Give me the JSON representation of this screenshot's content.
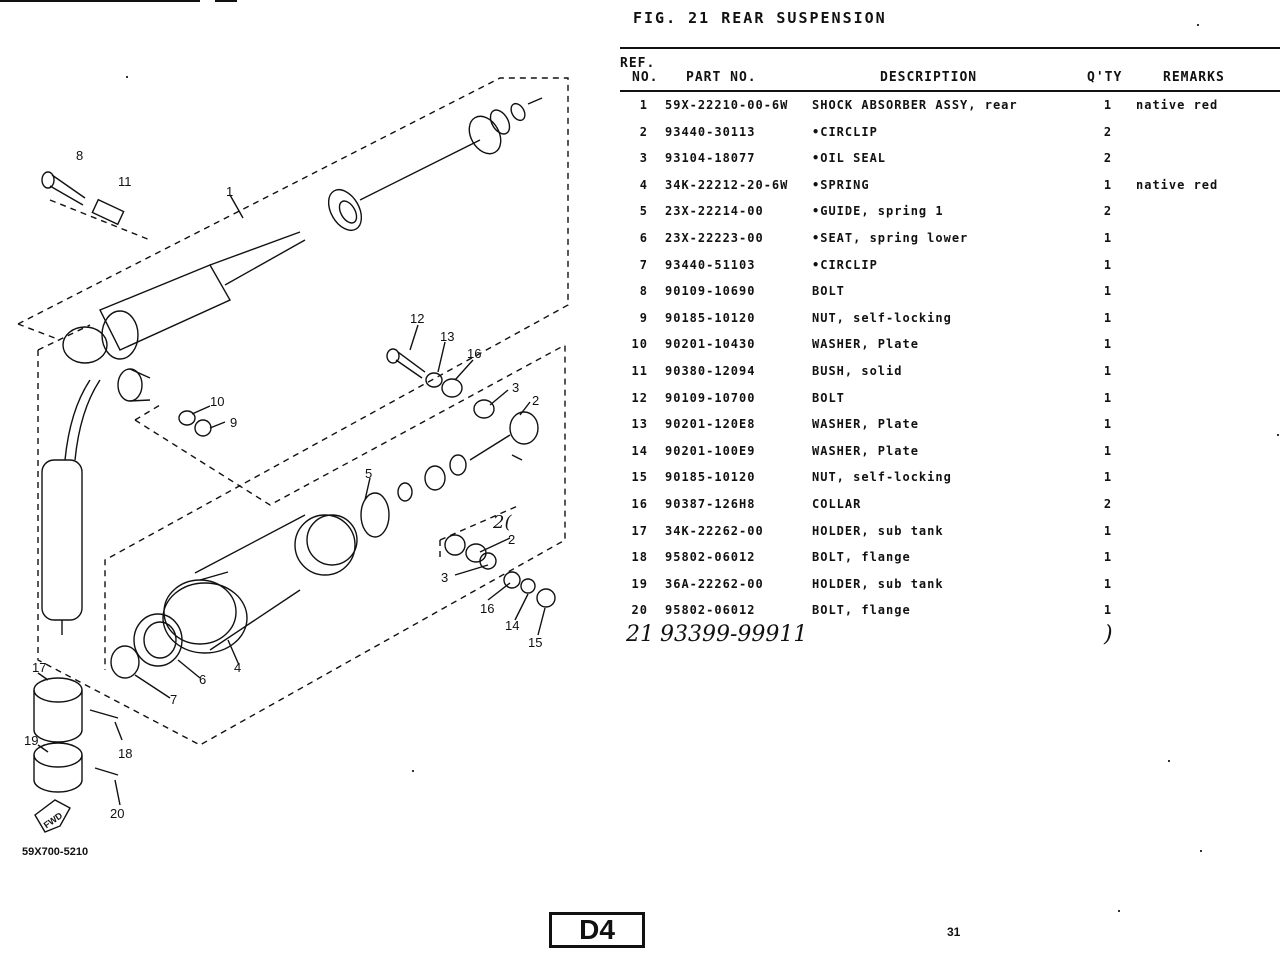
{
  "figure": {
    "title": "FIG. 21  REAR SUSPENSION"
  },
  "table": {
    "headers": {
      "ref": "REF.",
      "no": "NO.",
      "part_no": "PART NO.",
      "description": "DESCRIPTION",
      "qty": "Q'TY",
      "remarks": "REMARKS"
    },
    "rows": [
      {
        "ref": "1",
        "part_no": "59X-22210-00-6W",
        "description": "SHOCK ABSORBER ASSY, rear",
        "qty": "1",
        "remarks": "native red"
      },
      {
        "ref": "2",
        "part_no": "93440-30113",
        "description": "•CIRCLIP",
        "qty": "2",
        "remarks": ""
      },
      {
        "ref": "3",
        "part_no": "93104-18077",
        "description": "•OIL SEAL",
        "qty": "2",
        "remarks": ""
      },
      {
        "ref": "4",
        "part_no": "34K-22212-20-6W",
        "description": "•SPRING",
        "qty": "1",
        "remarks": "native red"
      },
      {
        "ref": "5",
        "part_no": "23X-22214-00",
        "description": "•GUIDE, spring 1",
        "qty": "2",
        "remarks": ""
      },
      {
        "ref": "6",
        "part_no": "23X-22223-00",
        "description": "•SEAT, spring lower",
        "qty": "1",
        "remarks": ""
      },
      {
        "ref": "7",
        "part_no": "93440-51103",
        "description": "•CIRCLIP",
        "qty": "1",
        "remarks": ""
      },
      {
        "ref": "8",
        "part_no": "90109-10690",
        "description": "BOLT",
        "qty": "1",
        "remarks": ""
      },
      {
        "ref": "9",
        "part_no": "90185-10120",
        "description": "NUT, self-locking",
        "qty": "1",
        "remarks": ""
      },
      {
        "ref": "10",
        "part_no": "90201-10430",
        "description": "WASHER, Plate",
        "qty": "1",
        "remarks": ""
      },
      {
        "ref": "11",
        "part_no": "90380-12094",
        "description": "BUSH, solid",
        "qty": "1",
        "remarks": ""
      },
      {
        "ref": "12",
        "part_no": "90109-10700",
        "description": "BOLT",
        "qty": "1",
        "remarks": ""
      },
      {
        "ref": "13",
        "part_no": "90201-120E8",
        "description": "WASHER, Plate",
        "qty": "1",
        "remarks": ""
      },
      {
        "ref": "14",
        "part_no": "90201-100E9",
        "description": "WASHER, Plate",
        "qty": "1",
        "remarks": ""
      },
      {
        "ref": "15",
        "part_no": "90185-10120",
        "description": "NUT, self-locking",
        "qty": "1",
        "remarks": ""
      },
      {
        "ref": "16",
        "part_no": "90387-126H8",
        "description": "COLLAR",
        "qty": "2",
        "remarks": ""
      },
      {
        "ref": "17",
        "part_no": "34K-22262-00",
        "description": "HOLDER, sub tank",
        "qty": "1",
        "remarks": ""
      },
      {
        "ref": "18",
        "part_no": "95802-06012",
        "description": "BOLT, flange",
        "qty": "1",
        "remarks": ""
      },
      {
        "ref": "19",
        "part_no": "36A-22262-00",
        "description": "HOLDER, sub tank",
        "qty": "1",
        "remarks": ""
      },
      {
        "ref": "20",
        "part_no": "95802-06012",
        "description": "BOLT, flange",
        "qty": "1",
        "remarks": ""
      }
    ],
    "handwritten_row": {
      "ref": "21",
      "part_no": "93399-99911",
      "qty": ")"
    }
  },
  "diagram": {
    "callouts": [
      "1",
      "2",
      "3",
      "4",
      "5",
      "6",
      "7",
      "8",
      "9",
      "10",
      "11",
      "12",
      "13",
      "14",
      "15",
      "16",
      "17",
      "18",
      "19",
      "20",
      "2(",
      "2",
      "3",
      "16",
      "14",
      "15"
    ],
    "fwd_label": "FWD",
    "code": "59X700-5210"
  },
  "footer": {
    "section": "D4",
    "page": "31"
  }
}
